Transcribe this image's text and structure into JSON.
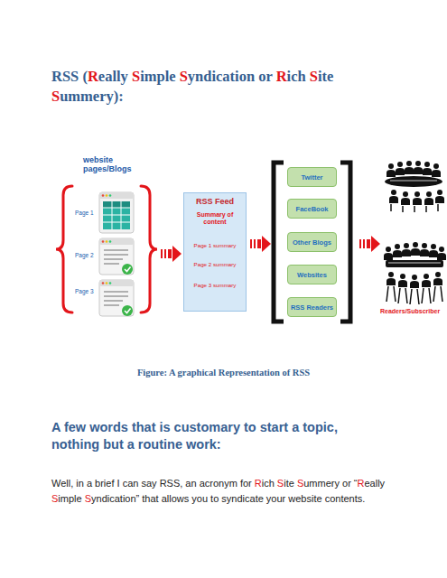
{
  "diagram": {
    "title": "RSS (Really Simple Syndication or Rich Site Summery):",
    "caption": "Figure: A graphical Representation of RSS",
    "nodes": [
      {
        "text": [
          "RSS Feed",
          "Summary of content",
          "Page 1 summary",
          "Page 2 summary",
          "Page 3 summary"
        ]
      },
      {
        "text": [
          "Twitter"
        ]
      },
      {
        "text": [
          "FaceBook"
        ]
      },
      {
        "text": [
          "Other Blogs"
        ]
      },
      {
        "text": [
          "Websites"
        ]
      },
      {
        "text": [
          "RSS Readers"
        ]
      }
    ],
    "labels": [
      "website pages/Blogs",
      "Page 1",
      "Page 2",
      "Page 3",
      "Readers/Subscriber",
      "A few words that is customary to start a topic, nothing but a routine work:",
      "Well, in a brief I can say RSS, an acronym for Rich Site Summery or “Really Simple Syndication” that allows you to syndicate your website contents."
    ]
  }
}
